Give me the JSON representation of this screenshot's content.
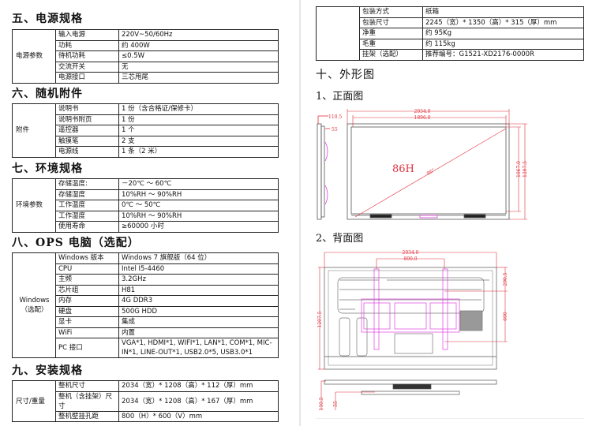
{
  "sections": [
    {
      "title": "五、电源规格",
      "group": "电源参数",
      "rows": [
        [
          "输入电源",
          "220V~50/60Hz"
        ],
        [
          "功耗",
          "约 400W"
        ],
        [
          "待机功耗",
          "≤0.5W"
        ],
        [
          "交流开关",
          "无"
        ],
        [
          "电源接口",
          "三芯甩尾"
        ]
      ]
    },
    {
      "title": "六、随机附件",
      "group": "附件",
      "rows": [
        [
          "说明书",
          "1 份（含合格证/保修卡）"
        ],
        [
          "说明书附页",
          "1 份"
        ],
        [
          "遥控器",
          "1 个"
        ],
        [
          "触摸笔",
          "2 支"
        ],
        [
          "电源线",
          "1 条（2 米）"
        ]
      ]
    },
    {
      "title": "七、环境规格",
      "group": "环境参数",
      "rows": [
        [
          "存储温度:",
          "－20℃ ～ 60℃"
        ],
        [
          "存储湿度",
          "10%RH ～ 90%RH"
        ],
        [
          "工作温度",
          "0℃ ～ 50℃"
        ],
        [
          "工作湿度",
          "10%RH ～ 90%RH"
        ],
        [
          "使用寿命",
          "≥60000 小时"
        ]
      ]
    },
    {
      "title": "八、OPS 电脑（选配）",
      "group": "Windows\n（选配）",
      "rows": [
        [
          "Windows 版本",
          "Windows 7 旗舰版（64 位）"
        ],
        [
          "CPU",
          "Intel I5-4460"
        ],
        [
          "主频",
          "3.2GHz"
        ],
        [
          "芯片组",
          "H81"
        ],
        [
          "内存",
          "4G DDR3"
        ],
        [
          "硬盘",
          "500G HDD"
        ],
        [
          "显卡",
          "集成"
        ],
        [
          "WiFi",
          "内置"
        ],
        [
          "PC 接口",
          "VGA*1, HDMI*1, WIFI*1, LAN*1, COM*1, MIC-IN*1, LINE-OUT*1, USB2.0*5, USB3.0*1"
        ]
      ]
    },
    {
      "title": "九、安装规格",
      "group": "尺寸/重量",
      "rows": [
        [
          "整机尺寸",
          "2034（宽）* 1208（高）* 112（厚）mm"
        ],
        [
          "整机（含挂架）尺寸",
          "2034（宽）* 1208（高）* 167（厚）mm"
        ],
        [
          "整机壁挂孔距",
          "800（H）* 600（V）mm"
        ]
      ]
    },
    {
      "title": "",
      "group": "",
      "rows": [
        [
          "包装方式",
          "纸箱"
        ],
        [
          "包装尺寸",
          "2245（宽）* 1350（高）* 315（厚）mm"
        ],
        [
          "净重",
          "约 95Kg"
        ],
        [
          "毛重",
          "约 115kg"
        ],
        [
          "挂架（选配）",
          "推荐编号：G1521-XD2176-0000R"
        ]
      ]
    }
  ],
  "drawings": {
    "title": "十、外形图",
    "front": {
      "title": "1、正面图",
      "width": "2034.0",
      "view_width": "1896.0",
      "model": "86H",
      "diagonal": "86\"",
      "view_height": "1067.0",
      "height": "1207.5",
      "depth": "110.5",
      "depth2": "55"
    },
    "rear": {
      "title": "2、背面图",
      "width": "2034.0",
      "hole_h": "800.0",
      "height": "1207.5",
      "top_offset": "290.5",
      "hole_v": "600",
      "depth": "110.5",
      "depth2": "55"
    },
    "colors": {
      "dimension": "#e0303a",
      "bracket": "#e040e0",
      "outline": "#555555"
    }
  }
}
